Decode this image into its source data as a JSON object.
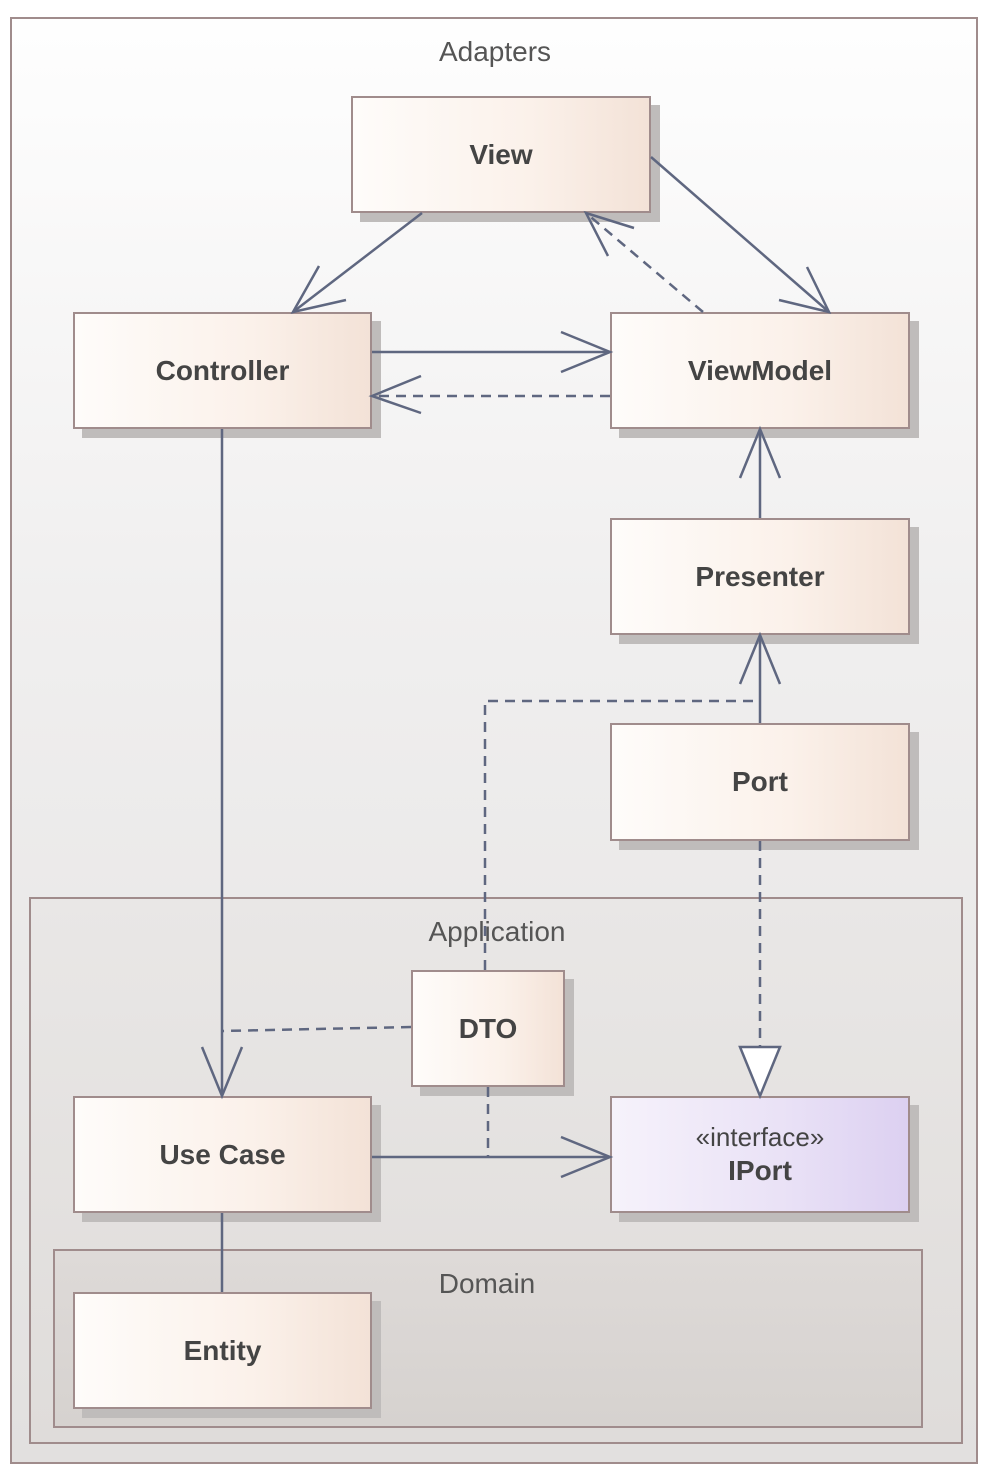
{
  "packages": {
    "adapters": "Adapters",
    "application": "Application",
    "domain": "Domain"
  },
  "classes": {
    "view": "View",
    "controller": "Controller",
    "viewmodel": "ViewModel",
    "presenter": "Presenter",
    "port": "Port",
    "dto": "DTO",
    "usecase": "Use Case",
    "iport_stereotype": "«interface»",
    "iport": "IPort",
    "entity": "Entity"
  },
  "colors": {
    "border": "#a08c8c",
    "connector": "#5f6780",
    "class_fill": "#fbf1ea",
    "interface_fill": "#e9e1f6"
  }
}
